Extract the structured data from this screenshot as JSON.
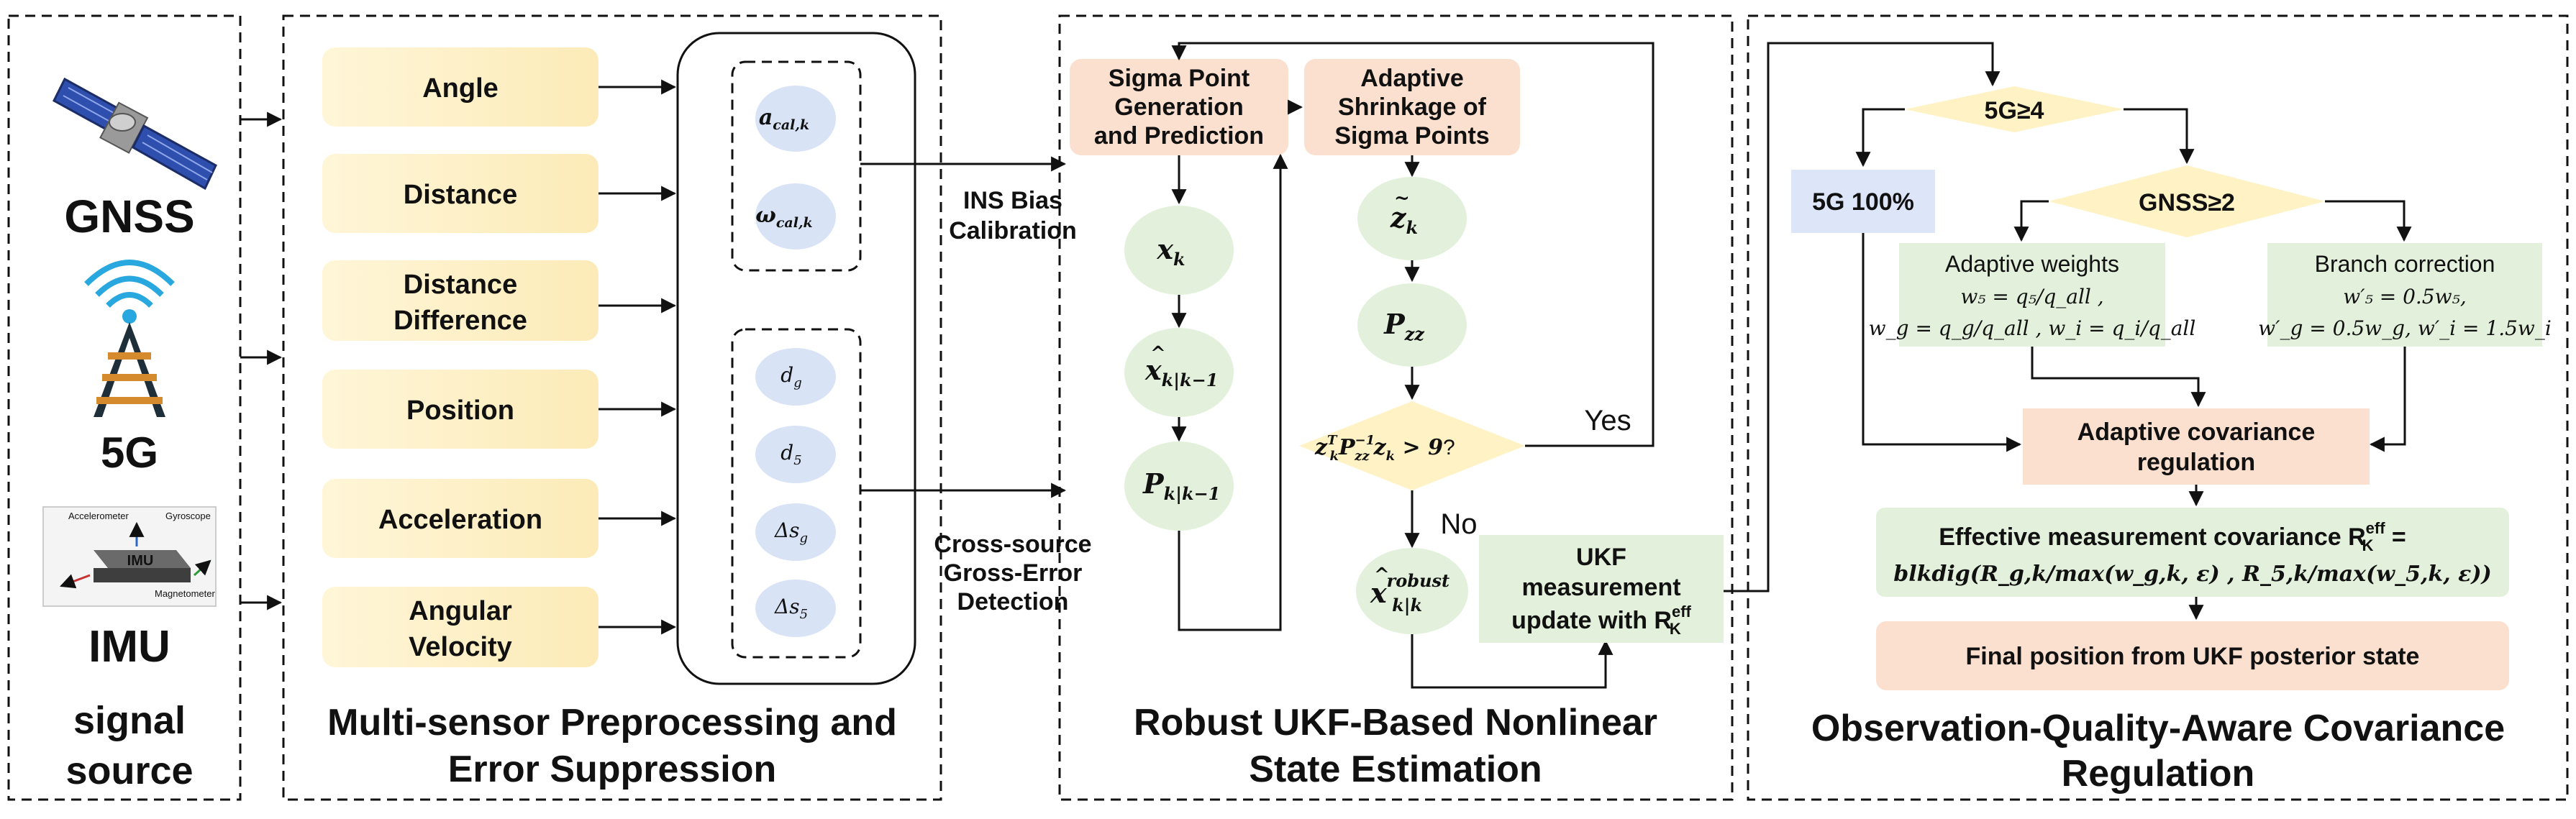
{
  "colors": {
    "yellow": "#FDF0C8",
    "lightYellow": "#FFF2C5",
    "blue": "#DCE6F8",
    "green": "#E3F1DC",
    "peach": "#FBE0D0",
    "ellipseBlue": "#D9E3F6",
    "line": "#111111"
  },
  "icons": [
    "satellite-icon",
    "signal-tower-icon",
    "imu-chip-icon"
  ],
  "source": {
    "gnss": "GNSS",
    "fiveg": "5G",
    "imu": "IMU",
    "imu_chip": "IMU",
    "imu_accel": "Accelerometer",
    "imu_gyro": "Gyroscope",
    "imu_mag": "Magnetometer",
    "caption1": "signal",
    "caption2": "source"
  },
  "pre": {
    "title1": "Multi-sensor Preprocessing and",
    "title2": "Error Suppression",
    "inputs": {
      "angle": "Angle",
      "distance": "Distance",
      "distdiff1": "Distance",
      "distdiff2": "Difference",
      "position": "Position",
      "accel": "Acceleration",
      "angvel1": "Angular",
      "angvel2": "Velocity"
    },
    "vars": {
      "a_base": "a",
      "a_sub": "cal,k",
      "w_base": "ω",
      "w_sub": "cal,k",
      "dg_base": "d",
      "dg_sub": "g",
      "d5_base": "d",
      "d5_sub": "5",
      "sg_base": "Δs",
      "sg_sub": "g",
      "s5_base": "Δs",
      "s5_sub": "5"
    }
  },
  "mid": {
    "ins1": "INS Bias",
    "ins2": "Calibration",
    "cross1": "Cross-source",
    "cross2": "Gross-Error",
    "cross3": "Detection"
  },
  "ukf": {
    "title1": "Robust UKF-Based Nonlinear",
    "title2": "State Estimation",
    "sigma1": "Sigma Point",
    "sigma2": "Generation",
    "sigma3": "and Prediction",
    "adapt1": "Adaptive",
    "adapt2": "Shrinkage of",
    "adapt3": "Sigma Points",
    "xk": "x",
    "xk_sub": "k",
    "xpred_sub": "k|k−1",
    "ppred": "P",
    "ppred_sub": "k|k−1",
    "zk": "z",
    "zk_sub": "k",
    "pzz": "P",
    "pzz_sub": "zz",
    "test_z": "z",
    "test_k": "k",
    "test_T": "T",
    "test_p": "P",
    "test_zz": "zz",
    "test_inv": "−1",
    "test_gt": " > 9",
    "test_q": "?",
    "yes": "Yes",
    "no": "No",
    "robust_x": "x",
    "robust_sup": "robust",
    "robust_sub": "k|k",
    "upd1": "UKF",
    "upd2": "measurement",
    "upd3": "update with R",
    "upd_sup": "eff",
    "upd_sub": "K"
  },
  "cov": {
    "title1": "Observation-Quality-Aware Covariance",
    "title2": "Regulation",
    "d1": "5G≥4",
    "d2": "GNSS≥2",
    "fiveg": "5G 100%",
    "aw_title": "Adaptive weights",
    "aw_l1": "w₅ = q₅/q_all ,",
    "aw_l2": "w_g = q_g/q_all , w_i = q_i/q_all",
    "bc_title": "Branch correction",
    "bc_l1": "w′₅ = 0.5w₅,",
    "bc_l2": "w′_g = 0.5w_g, w′_i = 1.5w_i",
    "acr1": "Adaptive covariance",
    "acr2": "regulation",
    "emc_l1": "Effective measurement covariance R",
    "emc_sup": "eff",
    "emc_sub": "K",
    "emc_eq": " =",
    "emc_l2": "blkdig(R_g,k/max(w_g,k, ε) , R_5,k/max(w_5,k, ε))",
    "final": "Final position from UKF posterior state"
  }
}
